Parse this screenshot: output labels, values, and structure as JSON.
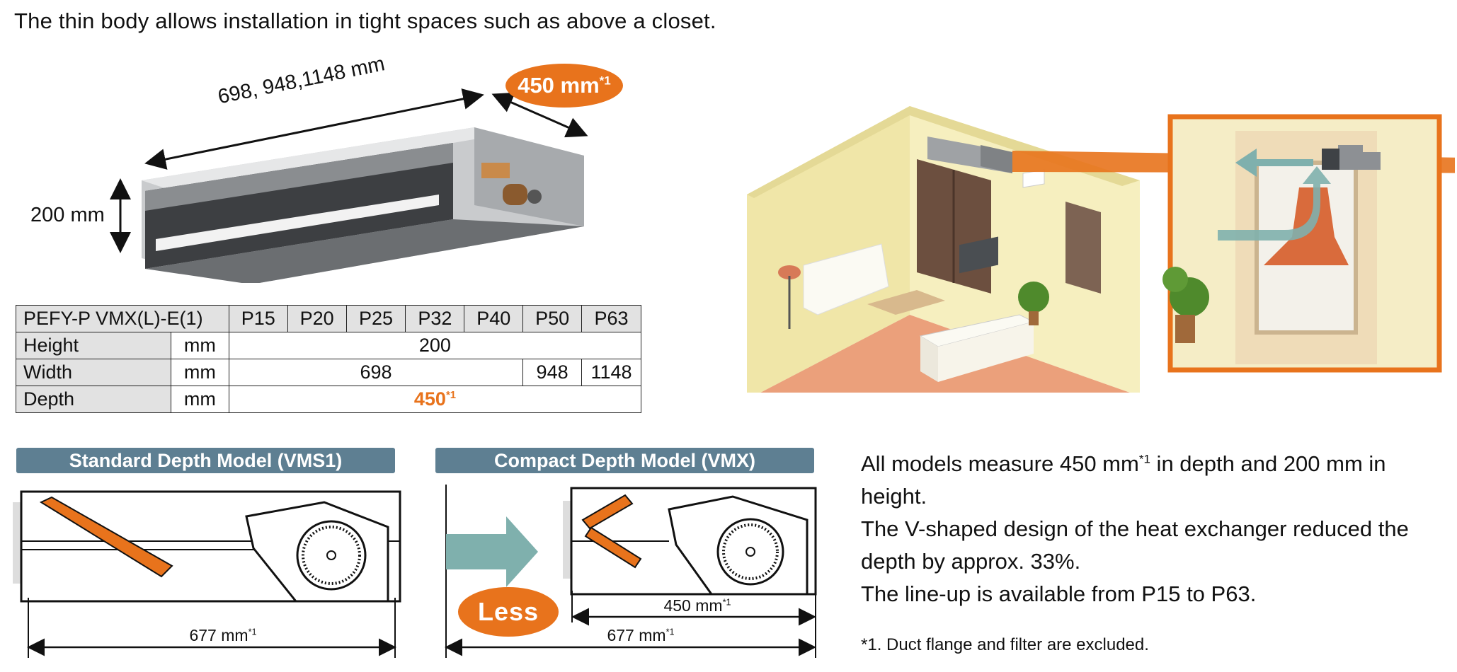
{
  "headline": "The thin body allows installation in tight spaces such as above a closet.",
  "unit_dims": {
    "length": "698, 948,1148 mm",
    "depth_value": "450 mm",
    "depth_note": "*1",
    "height": "200 mm"
  },
  "spec_table": {
    "header": {
      "model": "PEFY-P VMX(L)-E(1)",
      "sizes": [
        "P15",
        "P20",
        "P25",
        "P32",
        "P40",
        "P50",
        "P63"
      ]
    },
    "rows": [
      {
        "label": "Height",
        "unit": "mm",
        "value": "200"
      },
      {
        "label": "Width",
        "unit": "mm",
        "value_main": "698",
        "value_p50": "948",
        "value_p63": "1148"
      },
      {
        "label": "Depth",
        "unit": "mm",
        "value": "450",
        "note": "*1"
      }
    ]
  },
  "models": {
    "standard": {
      "title": "Standard Depth Model (VMS1)",
      "width": "677 mm",
      "note": "*1"
    },
    "compact": {
      "title": "Compact Depth Model (VMX)",
      "depth": "450 mm",
      "width": "677 mm",
      "note": "*1",
      "badge": "Less"
    }
  },
  "description": {
    "line1_a": "All models measure 450 mm",
    "line1_note": "*1",
    "line1_b": " in depth and 200 mm in height.",
    "line2": "The V-shaped design of the heat exchanger reduced the depth by approx. 33%.",
    "line3": "The line-up is available from P15 to P63."
  },
  "footnote": "*1. Duct flange and filter are excluded.",
  "colors": {
    "accent_orange": "#e8731c",
    "band_blue": "#5e7f92",
    "arrow_teal": "#7fb0ad"
  }
}
